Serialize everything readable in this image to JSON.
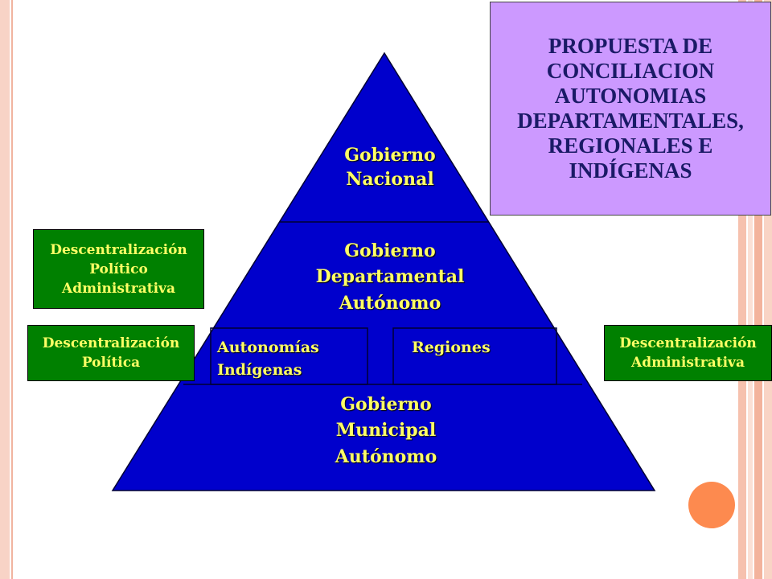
{
  "colors": {
    "pyramid_fill": "#0000cc",
    "label_yellow": "#ffff66",
    "title_box_fill": "#cc99ff",
    "title_text": "#1a1a66",
    "green_box_fill": "#008000",
    "accent_orange": "#fd8a4f",
    "band_pink": "#f8cbb8"
  },
  "title": {
    "lines": [
      "PROPUESTA DE",
      "CONCILIACION",
      "AUTONOMIAS",
      "DEPARTAMENTALES,",
      "REGIONALES E",
      "INDÍGENAS"
    ]
  },
  "pyramid": {
    "tier_top": {
      "lines": [
        "Gobierno",
        "Nacional"
      ]
    },
    "tier_middle": {
      "lines": [
        "Gobierno",
        "Departamental",
        "Autónomo"
      ]
    },
    "tier_split_left": {
      "lines": [
        "Autonomías",
        "Indígenas"
      ]
    },
    "tier_split_right": {
      "lines": [
        "Regiones"
      ]
    },
    "tier_bottom": {
      "lines": [
        "Gobierno",
        "Municipal",
        "Autónomo"
      ]
    }
  },
  "side_boxes": {
    "political_administrative": {
      "lines": [
        "Descentralización",
        "Político",
        "Administrativa"
      ]
    },
    "political": {
      "lines": [
        "Descentralización",
        "Política"
      ]
    },
    "administrative": {
      "lines": [
        "Descentralización",
        "Administrativa"
      ]
    }
  },
  "decorations": {
    "orange_circle_icon": "circle-icon"
  }
}
